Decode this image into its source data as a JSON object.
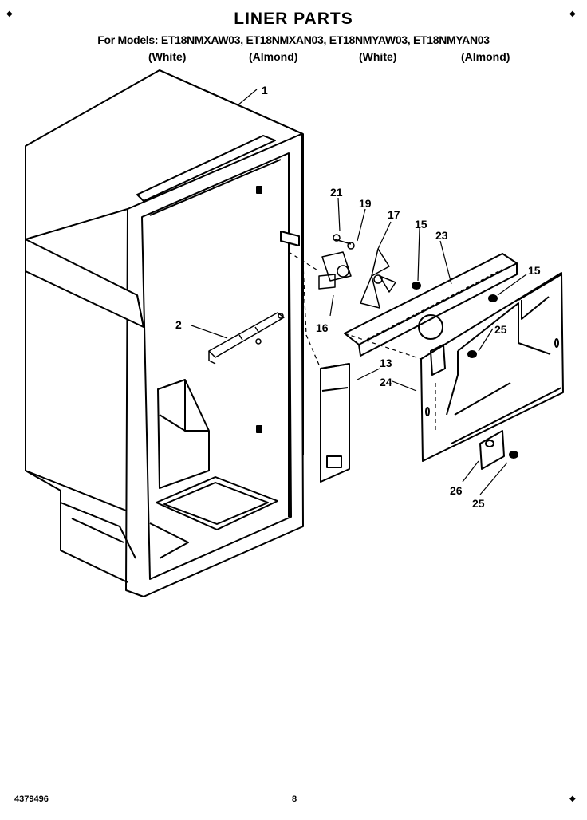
{
  "header": {
    "title": "LINER PARTS",
    "models_prefix": "For Models:",
    "models": [
      "ET18NMXAW03,",
      "ET18NMXAN03,",
      "ET18NMYAW03,",
      "ET18NMYAN03"
    ],
    "colors": [
      "(White)",
      "(Almond)",
      "(White)",
      "(Almond)"
    ]
  },
  "callouts": [
    "1",
    "2",
    "21",
    "19",
    "17",
    "15",
    "23",
    "15",
    "16",
    "25",
    "13",
    "24",
    "26",
    "25"
  ],
  "footer": {
    "code": "4379496",
    "page": "8"
  },
  "corner_marks": [
    "◆",
    "◆",
    "◆"
  ]
}
